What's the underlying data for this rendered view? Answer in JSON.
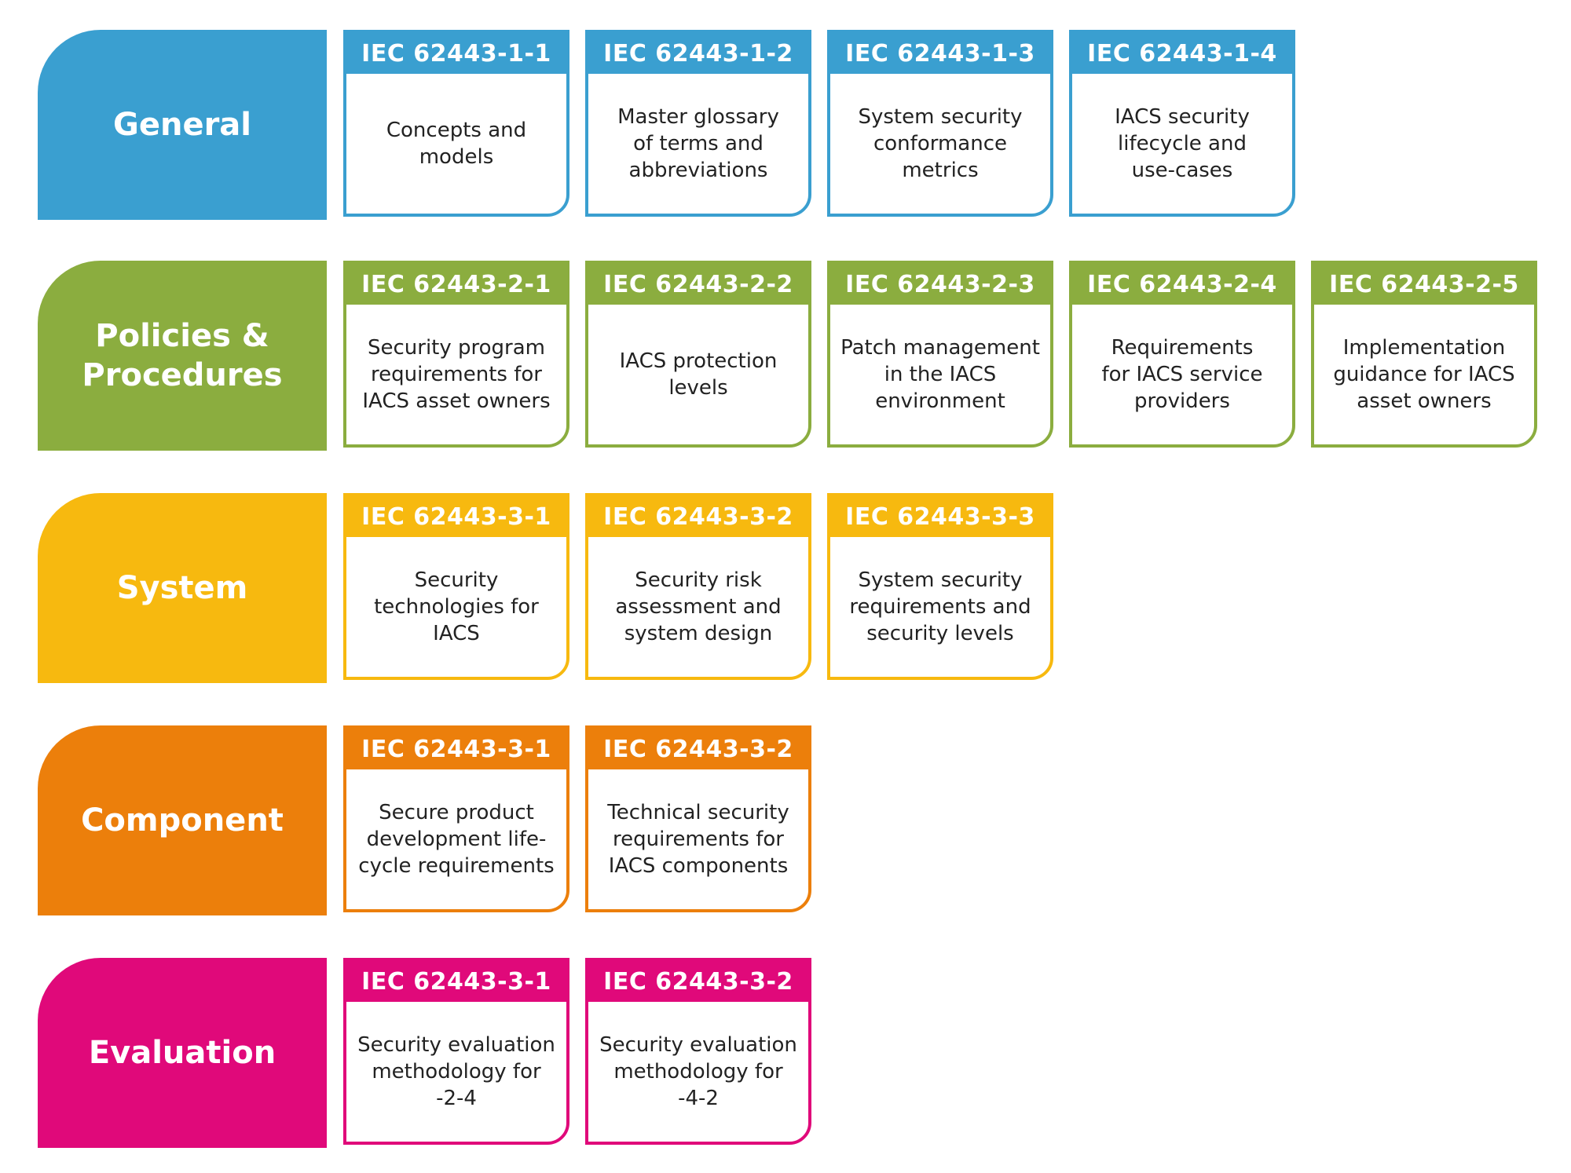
{
  "rows": [
    {
      "category": "General",
      "color": "#3a9fd0",
      "standards": [
        {
          "id": "IEC 62443-1-1",
          "title": "Concepts and\nmodels"
        },
        {
          "id": "IEC 62443-1-2",
          "title": "Master glossary\nof terms and\nabbreviations"
        },
        {
          "id": "IEC 62443-1-3",
          "title": "System security\nconformance\nmetrics"
        },
        {
          "id": "IEC 62443-1-4",
          "title": "IACS security\nlifecycle and\nuse-cases"
        }
      ]
    },
    {
      "category": "Policies &\nProcedures",
      "color": "#8bad3f",
      "standards": [
        {
          "id": "IEC 62443-2-1",
          "title": "Security program\nrequirements for\nIACS asset owners"
        },
        {
          "id": "IEC 62443-2-2",
          "title": "IACS protection\nlevels"
        },
        {
          "id": "IEC 62443-2-3",
          "title": "Patch management\nin the IACS\nenvironment"
        },
        {
          "id": "IEC 62443-2-4",
          "title": "Requirements\nfor IACS service\nproviders"
        },
        {
          "id": "IEC 62443-2-5",
          "title": "Implementation\nguidance for IACS\nasset owners"
        }
      ]
    },
    {
      "category": "System",
      "color": "#f7b90f",
      "standards": [
        {
          "id": "IEC 62443-3-1",
          "title": "Security\ntechnologies for\nIACS"
        },
        {
          "id": "IEC 62443-3-2",
          "title": "Security risk\nassessment and\nsystem design"
        },
        {
          "id": "IEC 62443-3-3",
          "title": "System security\nrequirements and\nsecurity levels"
        }
      ]
    },
    {
      "category": "Component",
      "color": "#ec7f0b",
      "standards": [
        {
          "id": "IEC 62443-3-1",
          "title": "Secure product\ndevelopment life-\ncycle requirements"
        },
        {
          "id": "IEC 62443-3-2",
          "title": "Technical security\nrequirements for\nIACS components"
        }
      ]
    },
    {
      "category": "Evaluation",
      "color": "#e0097a",
      "standards": [
        {
          "id": "IEC 62443-3-1",
          "title": "Security evaluation\nmethodology for\n-2-4"
        },
        {
          "id": "IEC 62443-3-2",
          "title": "Security evaluation\nmethodology for\n-4-2"
        }
      ]
    }
  ]
}
